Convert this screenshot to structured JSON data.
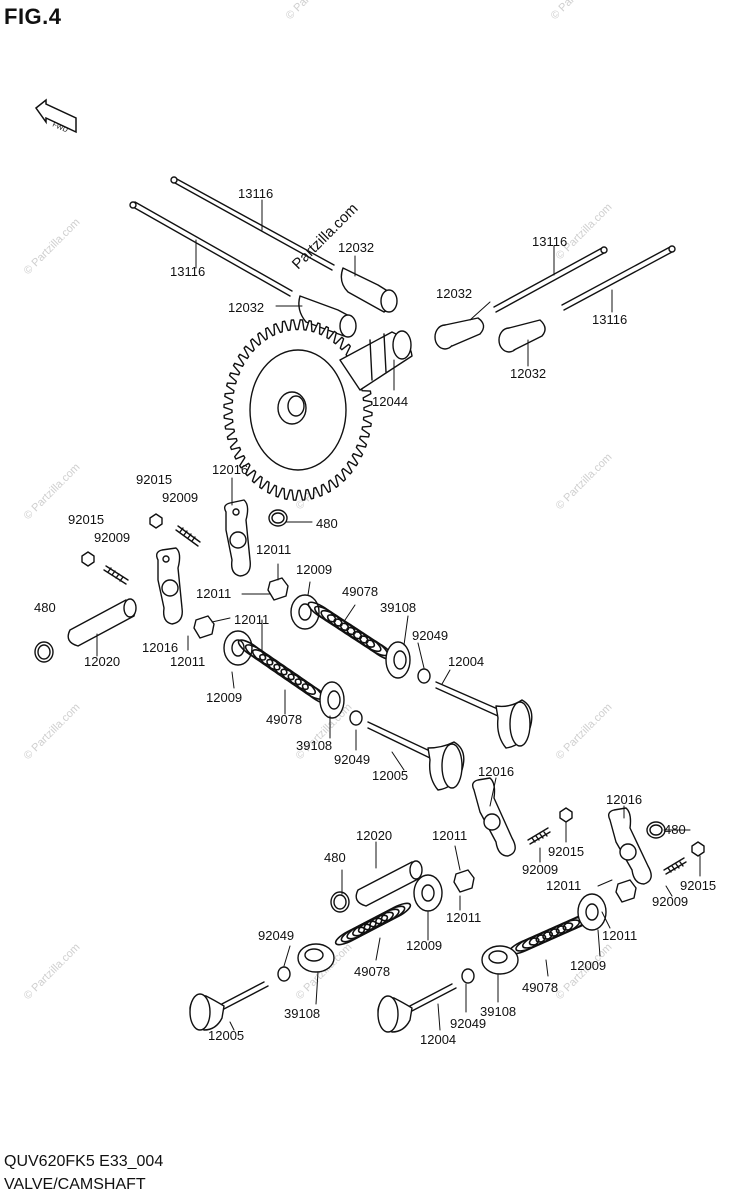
{
  "figure": {
    "title": "FIG.4",
    "model_code": "QUV620FK5 E33_004",
    "section": "VALVE/CAMSHAFT"
  },
  "fwd_label": "FWD",
  "watermark": {
    "main": "Partzilla.com",
    "small": "© Partzilla.com"
  },
  "colors": {
    "line": "#111111",
    "watermark": "#cfcfcf",
    "background": "#ffffff"
  },
  "part_labels": [
    "13116",
    "13116",
    "12032",
    "12032",
    "13116",
    "13116",
    "12032",
    "12032",
    "12044",
    "92015",
    "12016",
    "92009",
    "92015",
    "92009",
    "480",
    "12011",
    "12011",
    "12009",
    "49078",
    "39108",
    "92049",
    "12004",
    "480",
    "12016",
    "12011",
    "12011",
    "12020",
    "12009",
    "49078",
    "39108",
    "92049",
    "12005",
    "12016",
    "12016",
    "480",
    "12020",
    "12011",
    "480",
    "92009",
    "92015",
    "12011",
    "92009",
    "92015",
    "12011",
    "12011",
    "12009",
    "12009",
    "92049",
    "49078",
    "49078",
    "39108",
    "12005",
    "92049",
    "39108",
    "12004"
  ]
}
